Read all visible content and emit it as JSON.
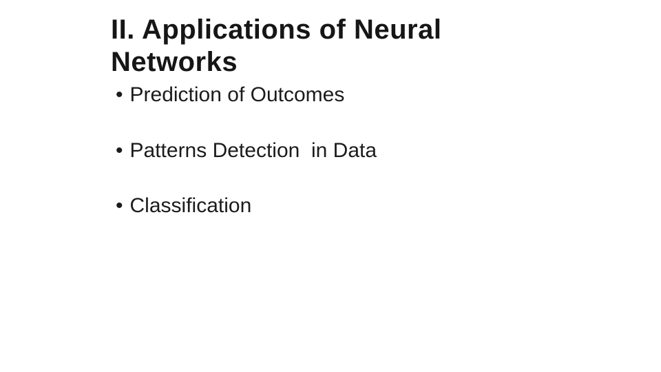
{
  "slide": {
    "title": "II. Applications of Neural Networks",
    "bullet_char": "•",
    "bullets": [
      "Prediction of Outcomes",
      "Patterns Detection  in Data",
      "Classification"
    ],
    "colors": {
      "background": "#ffffff",
      "title_text": "#161616",
      "body_text": "#1b1b1b"
    }
  }
}
